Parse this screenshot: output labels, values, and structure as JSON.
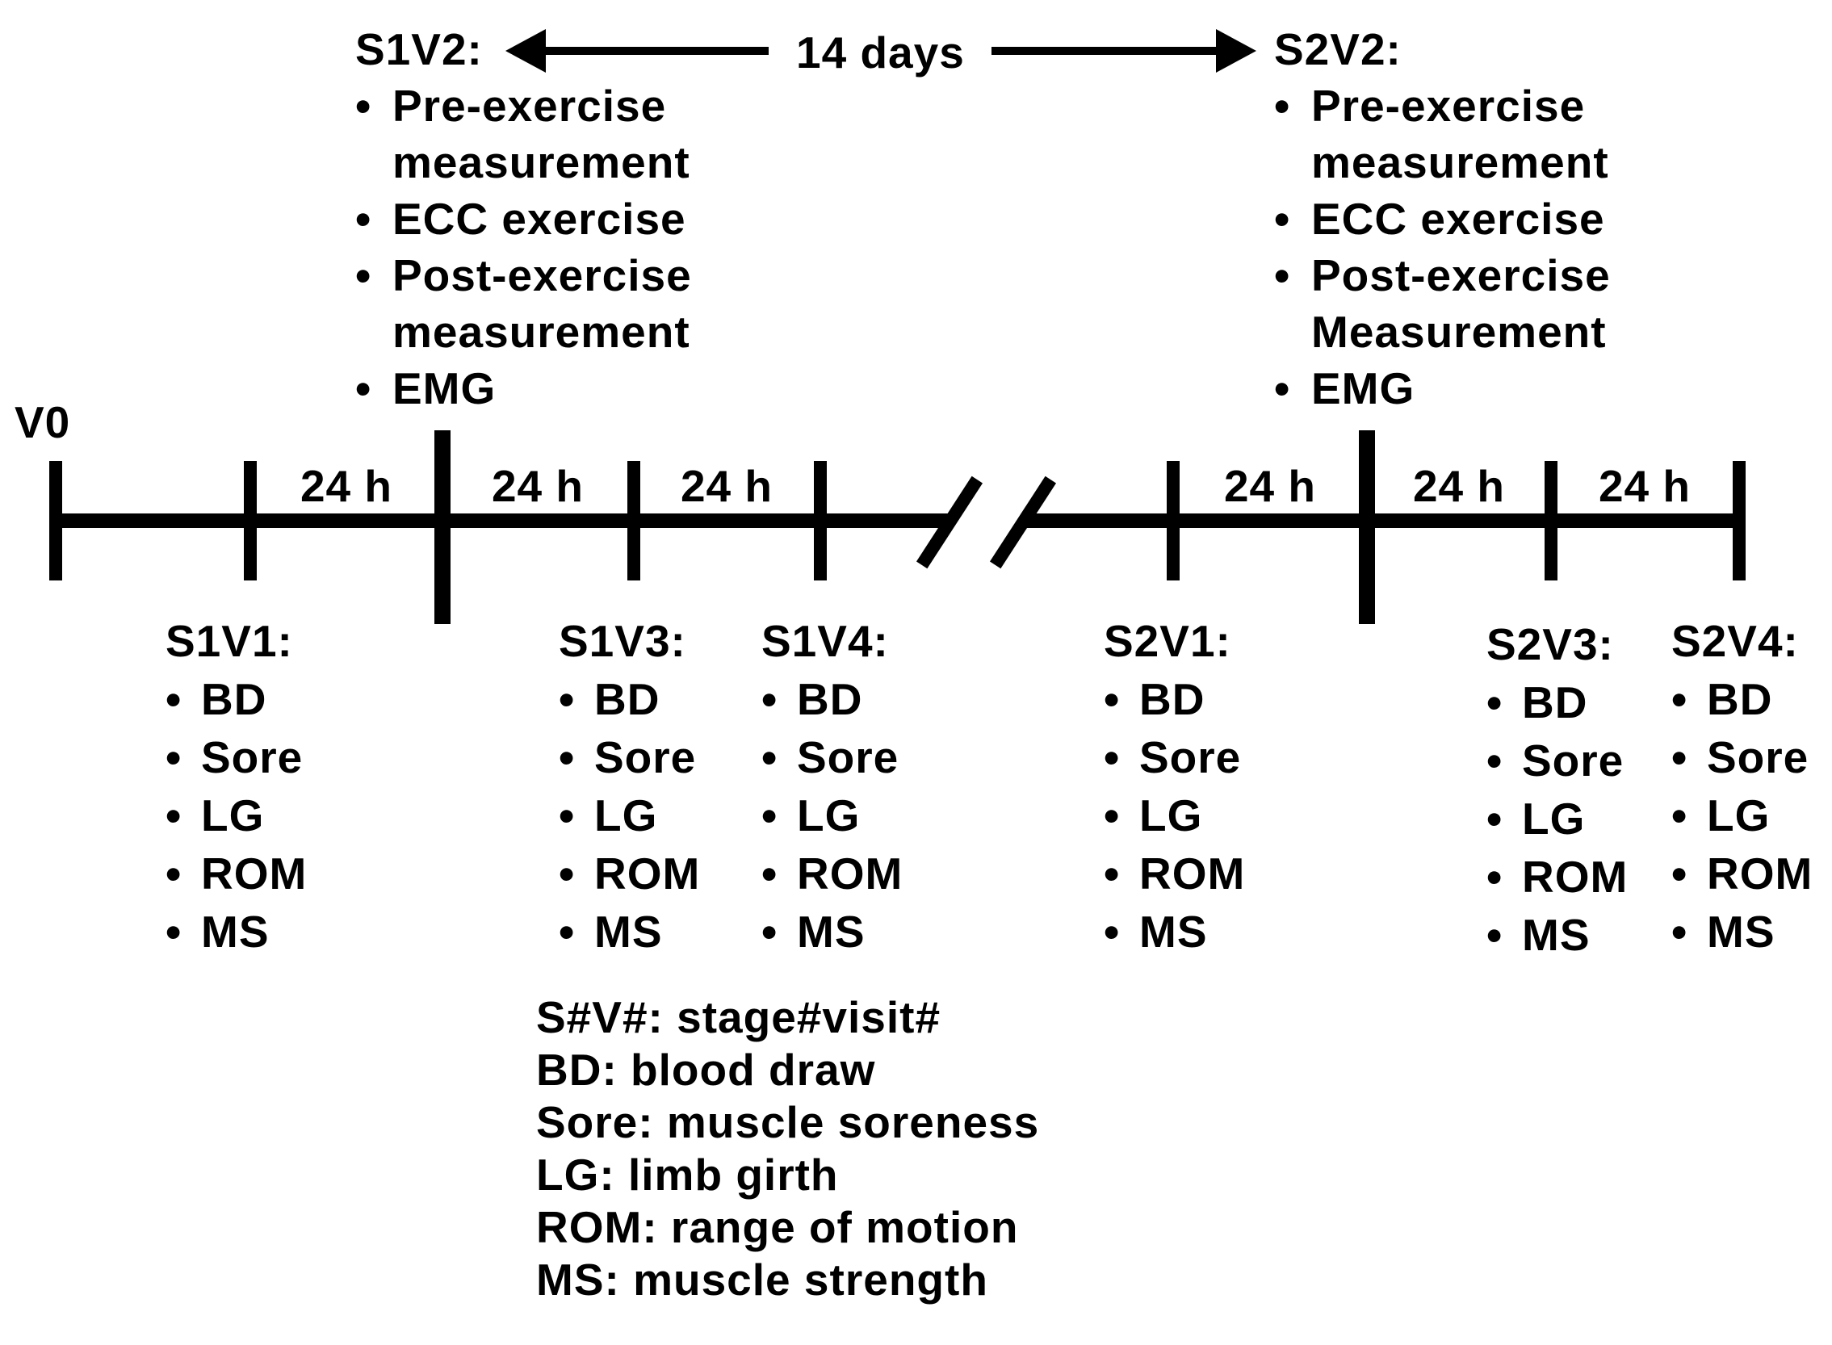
{
  "colors": {
    "background": "#ffffff",
    "ink": "#000000"
  },
  "baseline_label": "V0",
  "bullet": "•",
  "interval_gap_label": "14 days",
  "interval_labels": [
    "24 h",
    "24 h",
    "24 h",
    "24 h",
    "24 h",
    "24 h"
  ],
  "top_annotations": {
    "left": {
      "title": "S1V2:",
      "items": [
        "Pre-exercise measurement",
        "ECC exercise",
        "Post-exercise measurement",
        "EMG"
      ]
    },
    "right": {
      "title": "S2V2:",
      "items": [
        "Pre-exercise measurement",
        "ECC exercise",
        "Post-exercise Measurement",
        "EMG"
      ]
    }
  },
  "visits": [
    {
      "title": "S1V1:",
      "items": [
        "BD",
        "Sore",
        "LG",
        "ROM",
        "MS"
      ]
    },
    {
      "title": "S1V3:",
      "items": [
        "BD",
        "Sore",
        "LG",
        "ROM",
        "MS"
      ]
    },
    {
      "title": "S1V4:",
      "items": [
        "BD",
        "Sore",
        "LG",
        "ROM",
        "MS"
      ]
    },
    {
      "title": "S2V1:",
      "items": [
        "BD",
        "Sore",
        "LG",
        "ROM",
        "MS"
      ]
    },
    {
      "title": "S2V3:",
      "items": [
        "BD",
        "Sore",
        "LG",
        "ROM",
        "MS"
      ]
    },
    {
      "title": "S2V4:",
      "items": [
        "BD",
        "Sore",
        "LG",
        "ROM",
        "MS"
      ]
    }
  ],
  "legend": {
    "lines": [
      "S#V#: stage#visit#",
      "BD: blood draw",
      "Sore: muscle soreness",
      "LG: limb girth",
      "ROM: range of motion",
      "MS: muscle strength"
    ]
  }
}
